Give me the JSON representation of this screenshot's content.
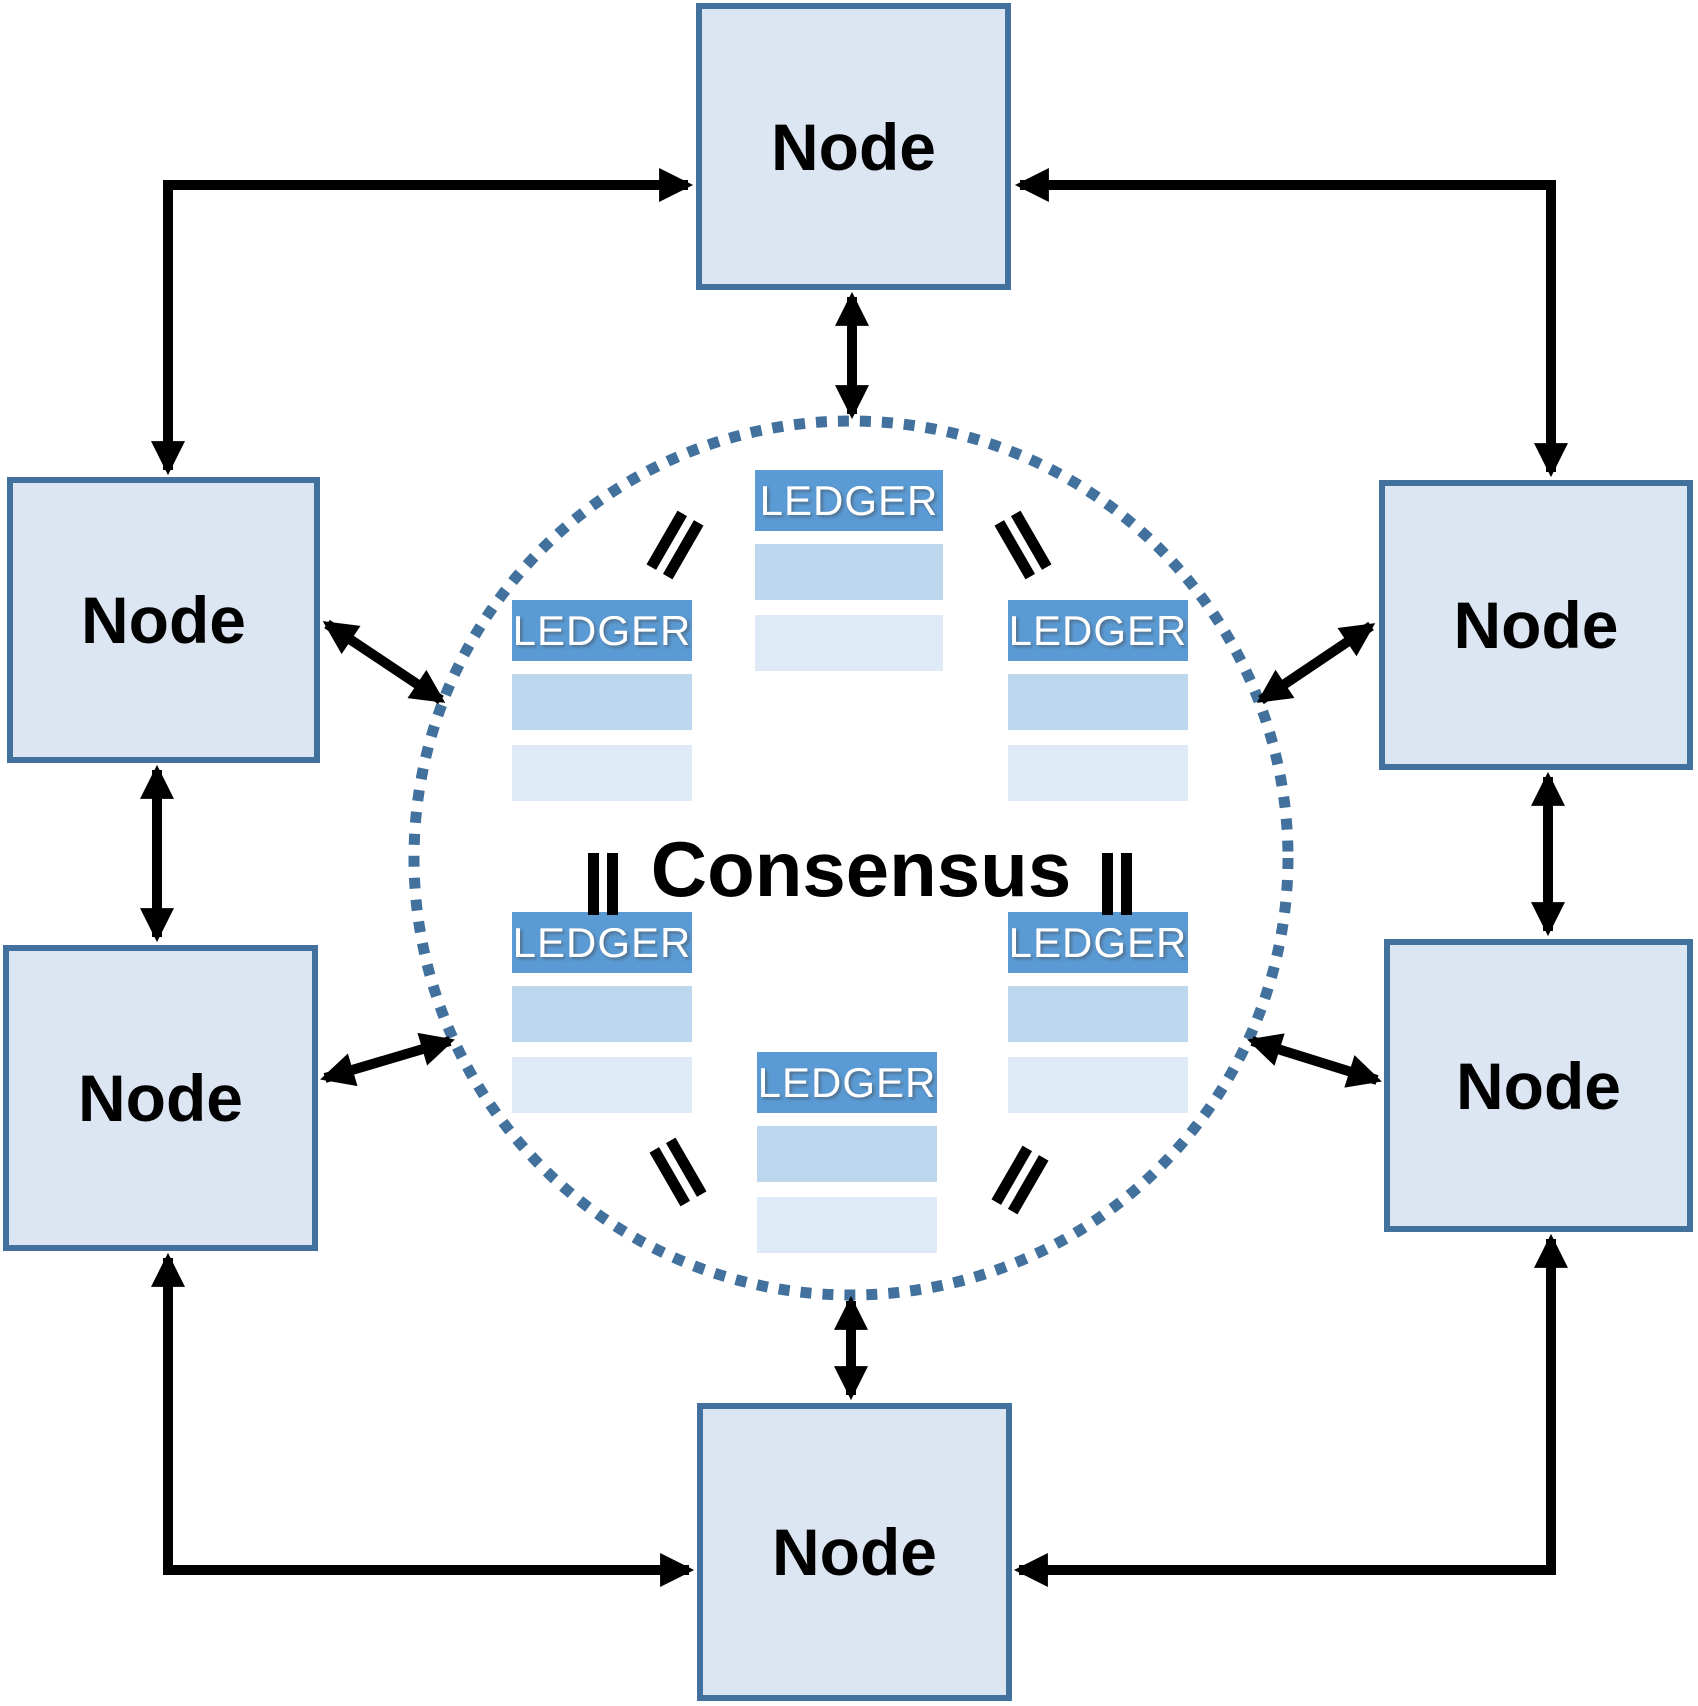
{
  "consensus": {
    "label": "Consensus"
  },
  "nodes": [
    {
      "id": "top",
      "label": "Node"
    },
    {
      "id": "left-upper",
      "label": "Node"
    },
    {
      "id": "left-lower",
      "label": "Node"
    },
    {
      "id": "right-upper",
      "label": "Node"
    },
    {
      "id": "right-lower",
      "label": "Node"
    },
    {
      "id": "bottom",
      "label": "Node"
    }
  ],
  "ledgers": [
    {
      "id": "top-center",
      "label": "LEDGER"
    },
    {
      "id": "upper-left",
      "label": "LEDGER"
    },
    {
      "id": "upper-right",
      "label": "LEDGER"
    },
    {
      "id": "lower-left",
      "label": "LEDGER"
    },
    {
      "id": "lower-right",
      "label": "LEDGER"
    },
    {
      "id": "bottom-center",
      "label": "LEDGER"
    }
  ],
  "icons": {
    "equals": "equals-icon",
    "arrow": "double-arrow-connector"
  },
  "colors": {
    "node_fill": "#dce6f2",
    "node_border": "#41719c",
    "ledger_header": "#5b9bd5",
    "ledger_row_mid": "#bdd7ee",
    "ledger_row_light": "#deeaf6",
    "circle_dots": "#41719c",
    "arrow": "#000000",
    "ledger_text": "#ffffff",
    "title_text": "#000000"
  }
}
